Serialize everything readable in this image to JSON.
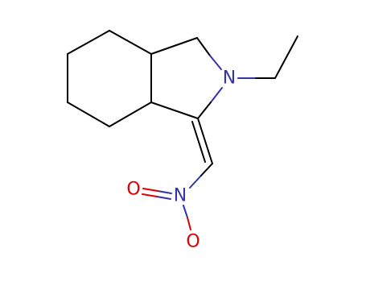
{
  "molecule": {
    "atoms": {
      "nitrogen_ring": "N",
      "nitrogen_nitro": "N",
      "oxygen_upper": "O",
      "oxygen_lower": "O"
    },
    "colors": {
      "carbon_bond": "#000000",
      "nitrogen": "#3333aa",
      "oxygen": "#dd0000"
    }
  }
}
